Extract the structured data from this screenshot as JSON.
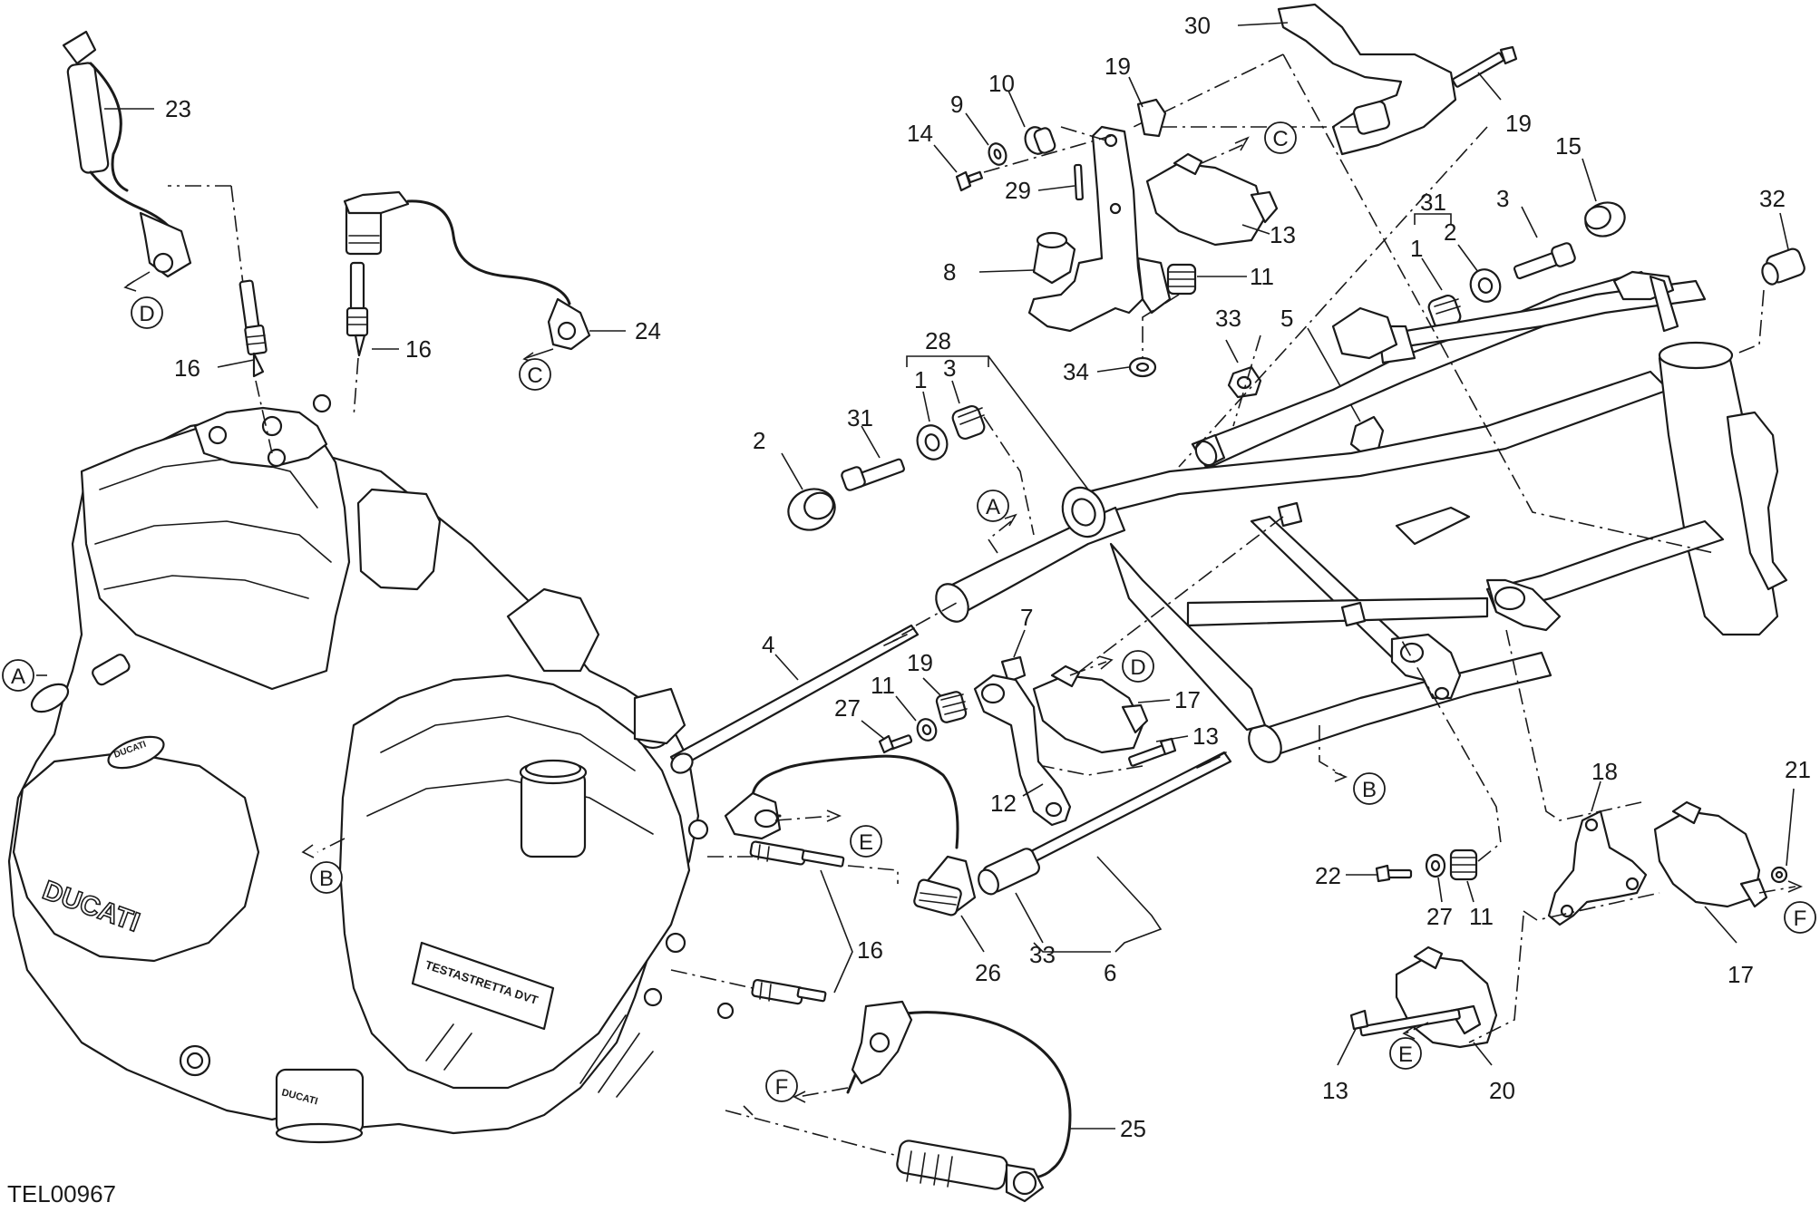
{
  "diagram": {
    "code": "TEL00967",
    "callouts": [
      {
        "id": "c23",
        "text": "23"
      },
      {
        "id": "c16a",
        "text": "16"
      },
      {
        "id": "c16b",
        "text": "16"
      },
      {
        "id": "c24",
        "text": "24"
      },
      {
        "id": "c30",
        "text": "30"
      },
      {
        "id": "c19a",
        "text": "19"
      },
      {
        "id": "c10",
        "text": "10"
      },
      {
        "id": "c9",
        "text": "9"
      },
      {
        "id": "c14",
        "text": "14"
      },
      {
        "id": "c29",
        "text": "29"
      },
      {
        "id": "c13a",
        "text": "13"
      },
      {
        "id": "c8",
        "text": "8"
      },
      {
        "id": "c11a",
        "text": "11"
      },
      {
        "id": "c34",
        "text": "34"
      },
      {
        "id": "c15",
        "text": "15"
      },
      {
        "id": "c31a",
        "text": "31"
      },
      {
        "id": "c1a",
        "text": "1"
      },
      {
        "id": "c2a",
        "text": "2"
      },
      {
        "id": "c3a",
        "text": "3"
      },
      {
        "id": "c32",
        "text": "32"
      },
      {
        "id": "c33a",
        "text": "33"
      },
      {
        "id": "c5",
        "text": "5"
      },
      {
        "id": "c28",
        "text": "28"
      },
      {
        "id": "c1b",
        "text": "1"
      },
      {
        "id": "c3b",
        "text": "3"
      },
      {
        "id": "c2b",
        "text": "2"
      },
      {
        "id": "c31b",
        "text": "31"
      },
      {
        "id": "c4",
        "text": "4"
      },
      {
        "id": "c7",
        "text": "7"
      },
      {
        "id": "c19b",
        "text": "19"
      },
      {
        "id": "c11b",
        "text": "11"
      },
      {
        "id": "c27a",
        "text": "27"
      },
      {
        "id": "c17a",
        "text": "17"
      },
      {
        "id": "c13b",
        "text": "13"
      },
      {
        "id": "c12",
        "text": "12"
      },
      {
        "id": "c18",
        "text": "18"
      },
      {
        "id": "c21",
        "text": "21"
      },
      {
        "id": "c22",
        "text": "22"
      },
      {
        "id": "c17b",
        "text": "17"
      },
      {
        "id": "c27b",
        "text": "27"
      },
      {
        "id": "c11c",
        "text": "11"
      },
      {
        "id": "c13c",
        "text": "13"
      },
      {
        "id": "c16c",
        "text": "16"
      },
      {
        "id": "c26",
        "text": "26"
      },
      {
        "id": "c33b",
        "text": "33"
      },
      {
        "id": "c6",
        "text": "6"
      },
      {
        "id": "c20",
        "text": "20"
      },
      {
        "id": "c13d",
        "text": "13"
      },
      {
        "id": "c25",
        "text": "25"
      }
    ],
    "refs": [
      {
        "id": "rD1",
        "text": "D"
      },
      {
        "id": "rC1",
        "text": "C"
      },
      {
        "id": "rC2",
        "text": "C"
      },
      {
        "id": "rA1",
        "text": "A"
      },
      {
        "id": "rA2",
        "text": "A"
      },
      {
        "id": "rB1",
        "text": "B"
      },
      {
        "id": "rB2",
        "text": "B"
      },
      {
        "id": "rD2",
        "text": "D"
      },
      {
        "id": "rE1",
        "text": "E"
      },
      {
        "id": "rE2",
        "text": "E"
      },
      {
        "id": "rF1",
        "text": "F"
      },
      {
        "id": "rF2",
        "text": "F"
      }
    ],
    "engine_markings": {
      "brand": "DUCATI",
      "head": "TESTASTRETTA DVT",
      "badge": "DUCATI"
    }
  }
}
